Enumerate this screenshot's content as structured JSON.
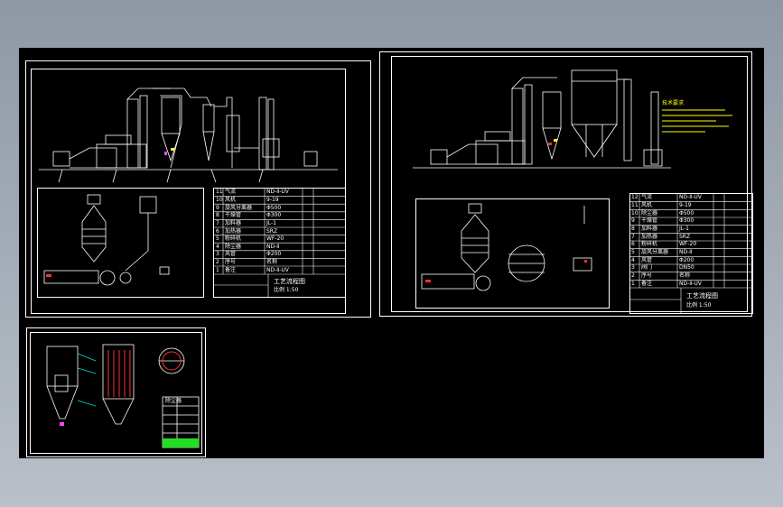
{
  "app": {
    "background_top": "#8e98a4",
    "background_bottom": "#b9c0c9",
    "canvas_color": "#000000"
  },
  "colors": {
    "line": "#ffffff",
    "accent_yellow": "#ffff00",
    "accent_red": "#ff3030",
    "accent_magenta": "#ff44ff",
    "accent_green": "#22dd22",
    "accent_cyan": "#00e0e0"
  },
  "sheet1": {
    "title_block": {
      "drawing_title": "工艺流程图",
      "scale_text": "比例 1:50"
    },
    "parts_table": {
      "rows": [
        {
          "no": "11",
          "name": "气流",
          "spec": "ND-Ⅱ-UV"
        },
        {
          "no": "10",
          "name": "风机",
          "spec": "9-19"
        },
        {
          "no": "9",
          "name": "旋风分离器",
          "spec": "Φ500"
        },
        {
          "no": "8",
          "name": "干燥管",
          "spec": "Φ300"
        },
        {
          "no": "7",
          "name": "加料器",
          "spec": "JL-1"
        },
        {
          "no": "6",
          "name": "加热器",
          "spec": "SRZ"
        },
        {
          "no": "5",
          "name": "粉碎机",
          "spec": "WF-20"
        },
        {
          "no": "4",
          "name": "除尘器",
          "spec": "ND-Ⅱ"
        },
        {
          "no": "3",
          "name": "风管",
          "spec": "Φ200"
        },
        {
          "no": "2",
          "name": "序号",
          "spec": "名称"
        },
        {
          "no": "1",
          "name": "备注",
          "spec": "ND-Ⅱ-UV"
        }
      ]
    }
  },
  "sheet2": {
    "title_block": {
      "drawing_title": "工艺流程图",
      "scale_text": "比例 1:50"
    },
    "parts_table": {
      "rows": [
        {
          "no": "12",
          "name": "气流",
          "spec": "ND-Ⅱ-UV"
        },
        {
          "no": "11",
          "name": "风机",
          "spec": "9-19"
        },
        {
          "no": "10",
          "name": "除尘器",
          "spec": "Φ500"
        },
        {
          "no": "9",
          "name": "干燥管",
          "spec": "Φ300"
        },
        {
          "no": "8",
          "name": "加料器",
          "spec": "JL-1"
        },
        {
          "no": "7",
          "name": "加热器",
          "spec": "SRZ"
        },
        {
          "no": "6",
          "name": "粉碎机",
          "spec": "WF-20"
        },
        {
          "no": "5",
          "name": "旋风分离器",
          "spec": "ND-Ⅱ"
        },
        {
          "no": "4",
          "name": "风管",
          "spec": "Φ200"
        },
        {
          "no": "3",
          "name": "阀门",
          "spec": "DN50"
        },
        {
          "no": "2",
          "name": "序号",
          "spec": "名称"
        },
        {
          "no": "1",
          "name": "备注",
          "spec": "ND-Ⅱ-UV"
        }
      ]
    },
    "tech_notes_title": "技术要求"
  },
  "sheet3": {
    "title_block": {
      "drawing_title": "除尘器"
    }
  }
}
